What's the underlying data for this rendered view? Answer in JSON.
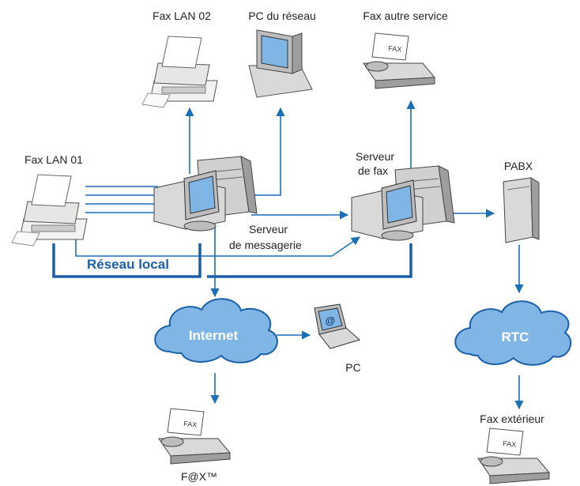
{
  "labels": {
    "fax_lan_02": "Fax LAN 02",
    "pc_reseau": "PC du réseau",
    "fax_autre_service": "Fax autre service",
    "fax_lan_01": "Fax LAN 01",
    "serveur_fax_line1": "Serveur",
    "serveur_fax_line2": "de fax",
    "pabx": "PABX",
    "serveur_messagerie_line1": "Serveur",
    "serveur_messagerie_line2": "de messagerie",
    "reseau_local": "Réseau local",
    "internet": "Internet",
    "pc": "PC",
    "rtc": "RTC",
    "fax_exterieur": "Fax extérieur",
    "fax_tm": "F@X™",
    "fax_paper_text": "FAX",
    "email_screen_symbol": "@"
  },
  "colors": {
    "accent_blue": "#1a6fb5",
    "lan_blue": "#1a5fa8",
    "screen_blue": "#7fb6e6",
    "device_gray": "#d9d9d9",
    "cloud_fill": "#7fb6e6"
  }
}
